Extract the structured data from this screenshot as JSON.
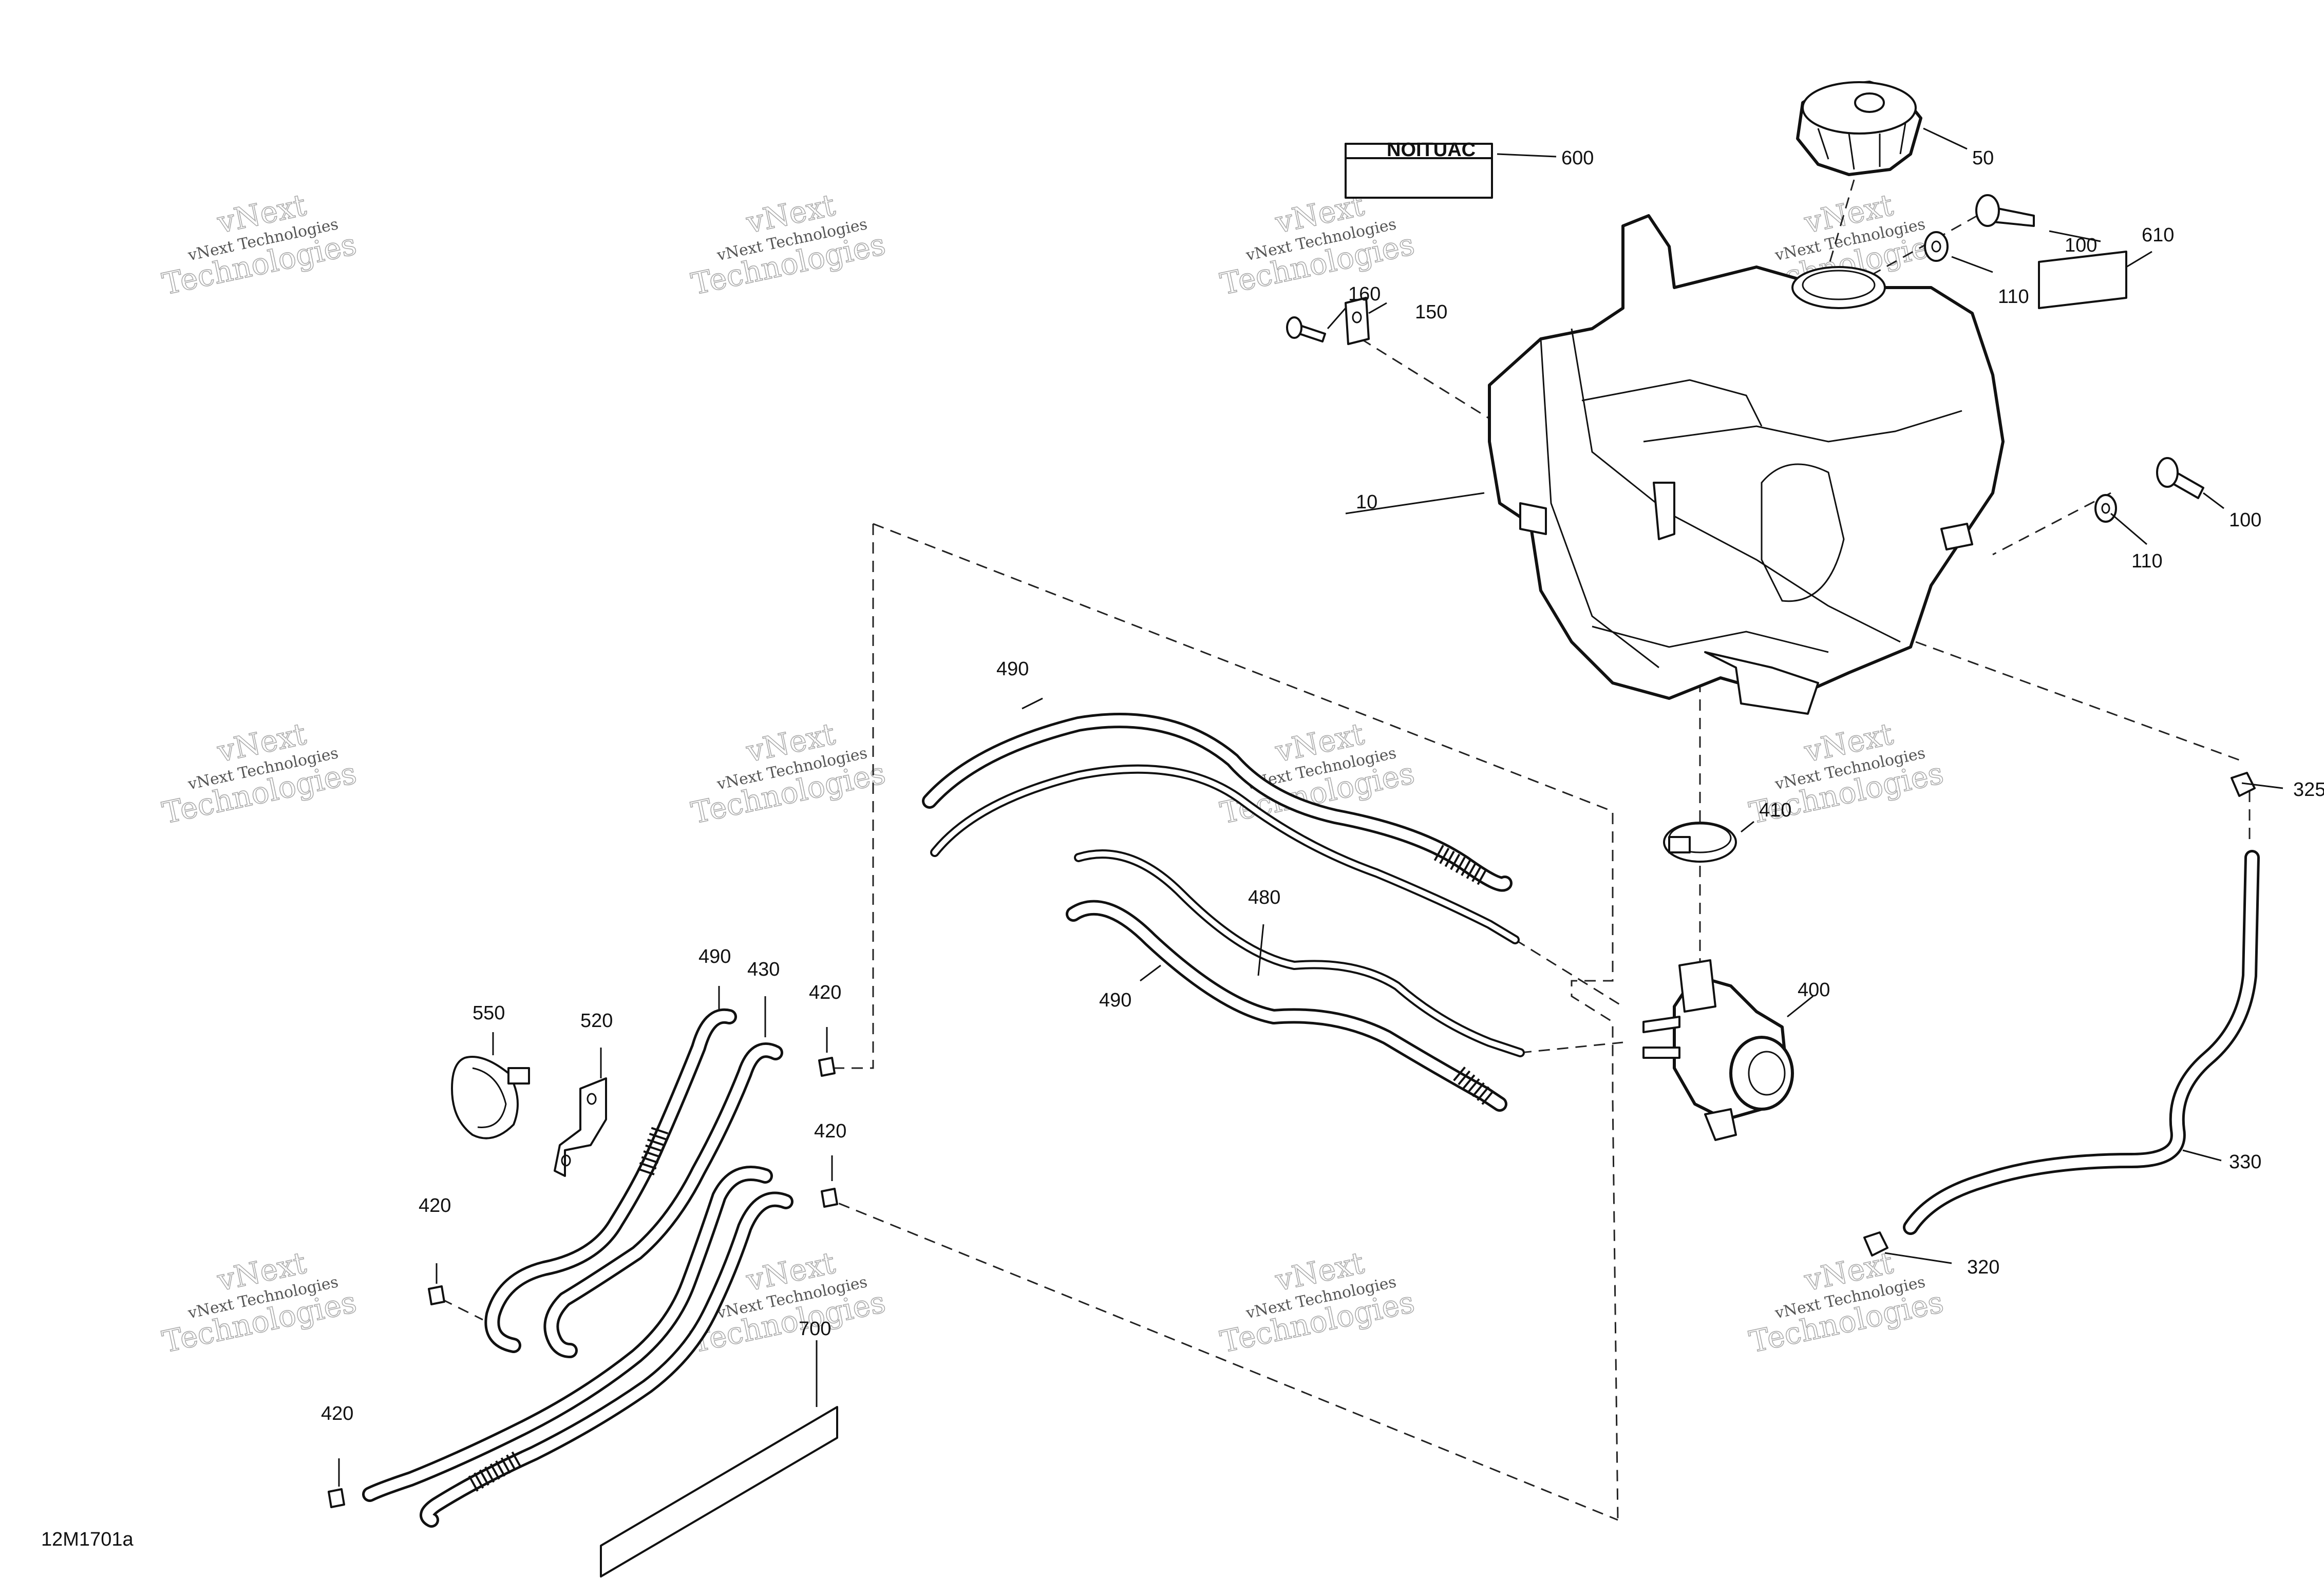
{
  "diagram_id": "12M1701a",
  "watermark": {
    "line1": "vNext Technologies",
    "line2": "vNext",
    "line3": "Technologies"
  },
  "decal_text": "NOITUAC",
  "callouts": {
    "c10": "10",
    "c50": "50",
    "c100a": "100",
    "c100b": "100",
    "c110a": "110",
    "c110b": "110",
    "c150": "150",
    "c160": "160",
    "c320": "320",
    "c325": "325",
    "c330": "330",
    "c400": "400",
    "c410": "410",
    "c420a": "420",
    "c420b": "420",
    "c420c": "420",
    "c420d": "420",
    "c430": "430",
    "c480": "480",
    "c490a": "490",
    "c490b": "490",
    "c490c": "490",
    "c520": "520",
    "c550": "550",
    "c600": "600",
    "c610": "610",
    "c700": "700"
  }
}
